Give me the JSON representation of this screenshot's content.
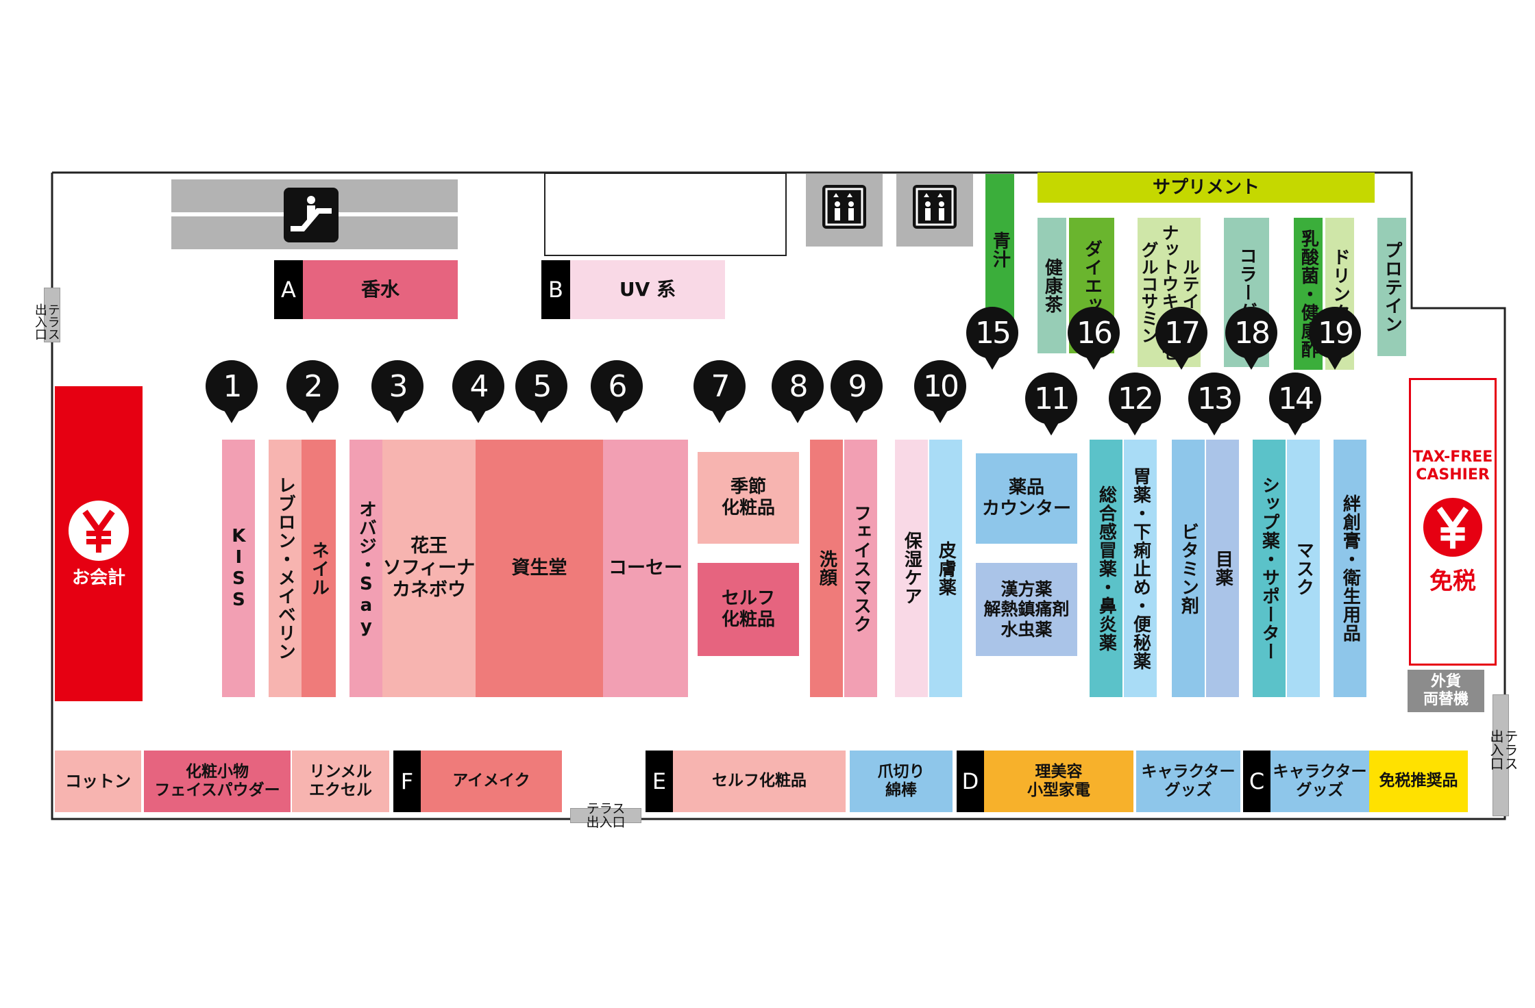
{
  "colors": {
    "pink_light": "#f7b4b0",
    "pink_mid": "#f29fb3",
    "salmon": "#ef7b7a",
    "rose": "#e6647f",
    "pale_pink": "#f9d9e6",
    "red": "#e60012",
    "blue_light": "#a9dcf6",
    "blue_mid": "#8ec6ea",
    "blue_lav": "#aac4e8",
    "teal": "#5bc2c9",
    "mint": "#97cdb6",
    "green": "#3bae3b",
    "green_mid": "#6ab52e",
    "green_pale": "#cfe6a8",
    "lime": "#c5d800",
    "orange": "#f7b12b",
    "yellow": "#ffe100",
    "gray": "#b3b3b3"
  },
  "icons": {
    "escalator": "escalator-icon",
    "elevator": "elevator-icon",
    "yen": "yen-icon",
    "pin": "map-pin-icon"
  },
  "top": {
    "sections_A": {
      "tag": "A",
      "label": "香水"
    },
    "sections_B": {
      "tag": "B",
      "label": "UV 系"
    },
    "supplement": "サプリメント",
    "aojiru": "青汁",
    "kenkocha": "健康茶",
    "diet": "ダイエット",
    "lutein": "ルテイン\nナットウキナーゼ\nグルコサミン",
    "collagen": "コラーゲン",
    "nyusankin": "乳酸菌・健康酢",
    "drink": "ドリンク剤",
    "protein": "プロテイン"
  },
  "left": {
    "checkout": "お会計",
    "terrace": "テラス\n出入口"
  },
  "aisles": {
    "kiss": "KISS",
    "revlon": "レブロン・メイベリン",
    "nail": "ネイル",
    "obaji": "オバジ・Say",
    "kao": "花王\nソフィーナ\nカネボウ",
    "shiseido": "資生堂",
    "kose": "コーセー",
    "seasonal": "季節\n化粧品",
    "self": "セルフ\n化粧品",
    "senganu": "洗顔",
    "facemask": "フェイスマスク",
    "hoshitsu": "保湿ケア",
    "hifu": "皮膚薬",
    "counter": "薬品\nカウンター",
    "kampo": "漢方薬\n解熱鎮痛剤\n水虫薬",
    "sogo": "総合感冒薬・鼻炎薬",
    "ichoyaku": "胃薬・下痢止め・便秘薬",
    "vitamin": "ビタミン剤",
    "megusuri": "目薬",
    "shippu": "シップ薬・サポーター",
    "mask": "マスク",
    "bansoko": "絆創膏・衛生用品"
  },
  "pins": [
    "1",
    "2",
    "3",
    "4",
    "5",
    "6",
    "7",
    "8",
    "9",
    "10",
    "11",
    "12",
    "13",
    "14",
    "15",
    "16",
    "17",
    "18",
    "19"
  ],
  "right": {
    "taxfree1": "TAX-FREE",
    "taxfree2": "CASHIER",
    "menzei": "免税",
    "exchange": "外貨\n両替機",
    "terrace": "テラス\n出入口"
  },
  "bottom": {
    "cotton": "コットン",
    "keshohin": "化粧小物\nフェイスパウダー",
    "rimmel": "リンメル\nエクセル",
    "F": {
      "tag": "F",
      "label": "アイメイク"
    },
    "E": {
      "tag": "E",
      "label": "セルフ化粧品"
    },
    "tsumekiri": "爪切り\n綿棒",
    "D": {
      "tag": "D",
      "label": "理美容\n小型家電"
    },
    "chara1": "キャラクター\nグッズ",
    "C": {
      "tag": "C",
      "label": "キャラクター\nグッズ"
    },
    "menzei_suisho": "免税推奨品",
    "terrace": "テラス\n出入口"
  }
}
